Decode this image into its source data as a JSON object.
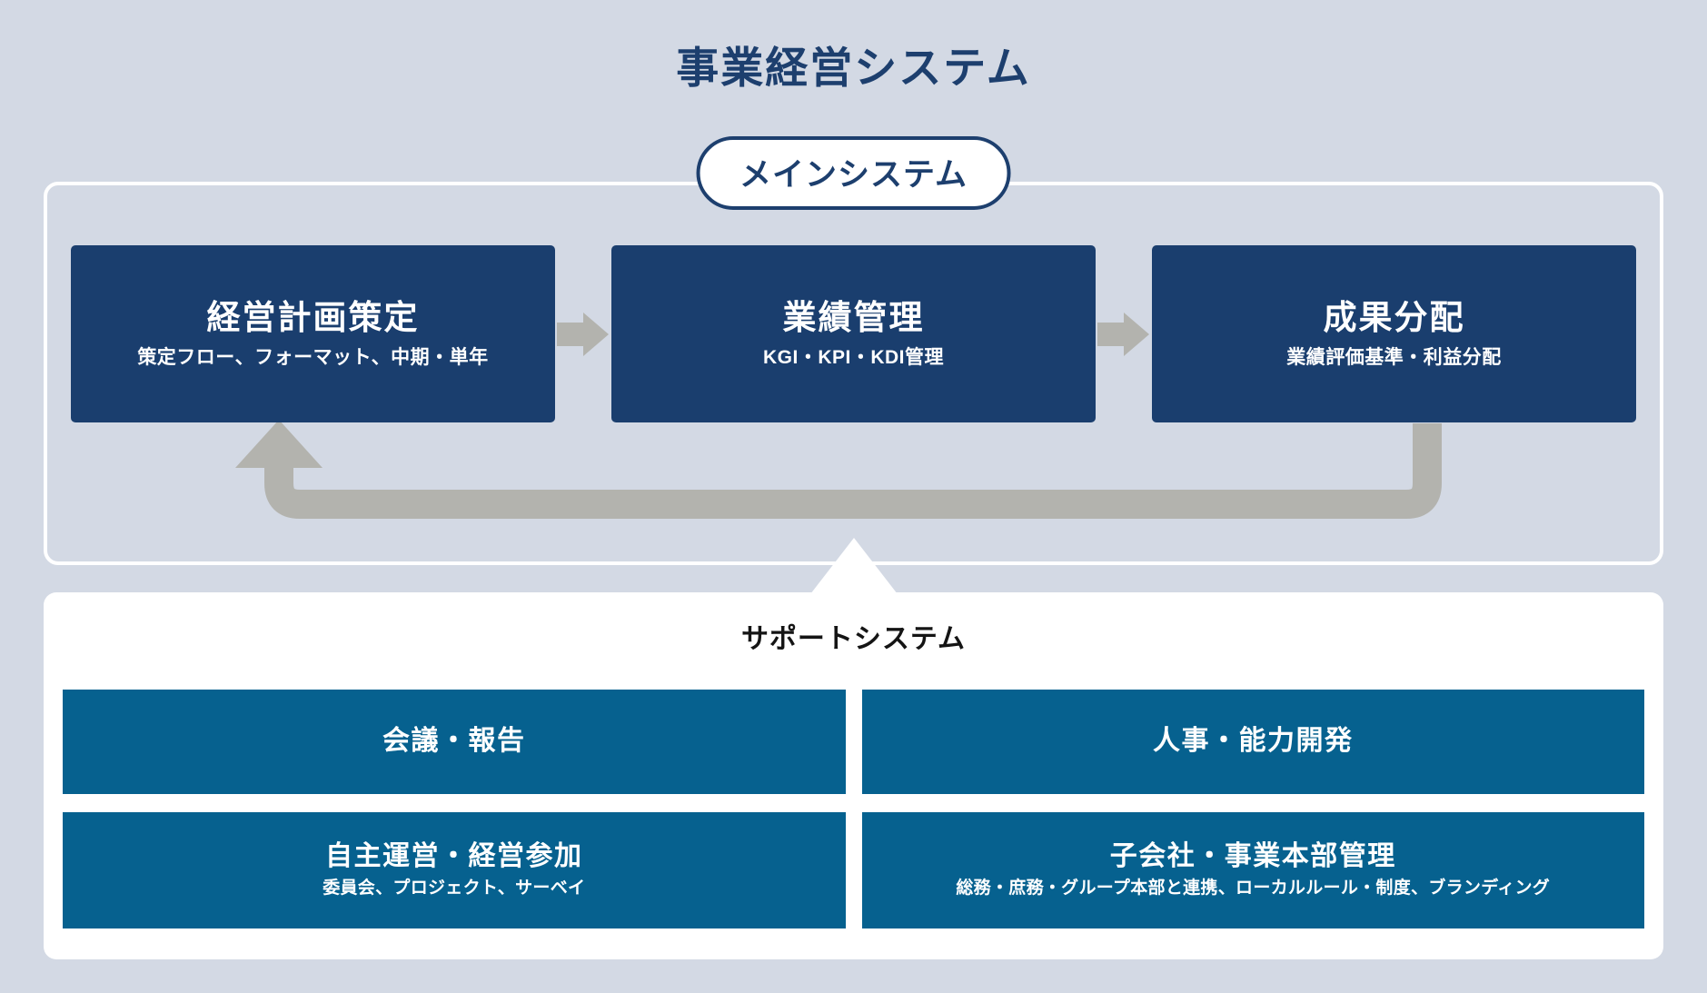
{
  "page": {
    "title": "事業経営システム",
    "background_color": "#d3d9e4"
  },
  "main_system": {
    "pill_label": "メインシステム",
    "panel_border_color": "#ffffff",
    "box_color": "#1a3e6e",
    "arrow_color": "#b3b3ae",
    "boxes": [
      {
        "title": "経営計画策定",
        "subtitle": "策定フロー、フォーマット、中期・単年"
      },
      {
        "title": "業績管理",
        "subtitle": "KGI・KPI・KDI管理"
      },
      {
        "title": "成果分配",
        "subtitle": "業績評価基準・利益分配"
      }
    ],
    "flow_arrows": [
      "arrow-right-icon",
      "arrow-right-icon"
    ],
    "feedback_arrow": "feedback-loop-arrow-icon"
  },
  "support_system": {
    "title": "サポートシステム",
    "panel_color": "#ffffff",
    "box_color": "#06618f",
    "connector": "triangle-up-icon",
    "boxes": [
      {
        "title": "会議・報告",
        "subtitle": ""
      },
      {
        "title": "人事・能力開発",
        "subtitle": ""
      },
      {
        "title": "自主運営・経営参加",
        "subtitle": "委員会、プロジェクト、サーベイ"
      },
      {
        "title": "子会社・事業本部管理",
        "subtitle": "総務・庶務・グループ本部と連携、ローカルルール・制度、ブランディング"
      }
    ]
  }
}
